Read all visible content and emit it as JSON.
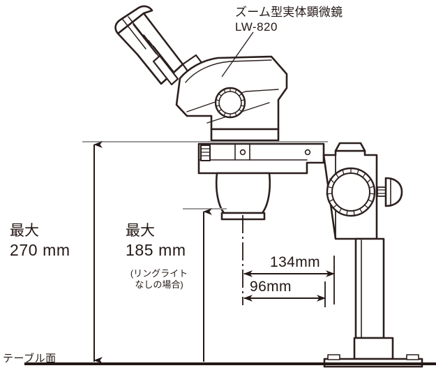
{
  "figure": {
    "title_line1": "ズーム型実体顕微鏡",
    "title_line2": "LW-820",
    "subject": "zoom-stereo-microscope-side-view"
  },
  "dimensions": {
    "height_max_label": "最大",
    "height_max_value": "270 mm",
    "working_height_label": "最大",
    "working_height_value": "185 mm",
    "working_height_note_line1": "(リングライト",
    "working_height_note_line2": "なしの場合)",
    "horizontal_outer": "134mm",
    "horizontal_inner": "96mm"
  },
  "baseline": {
    "label": "テーブル面"
  },
  "colors": {
    "ink": "#231815",
    "outline": "#2b1f1d",
    "extension_line": "#9a9a9a",
    "background": "#ffffff"
  }
}
